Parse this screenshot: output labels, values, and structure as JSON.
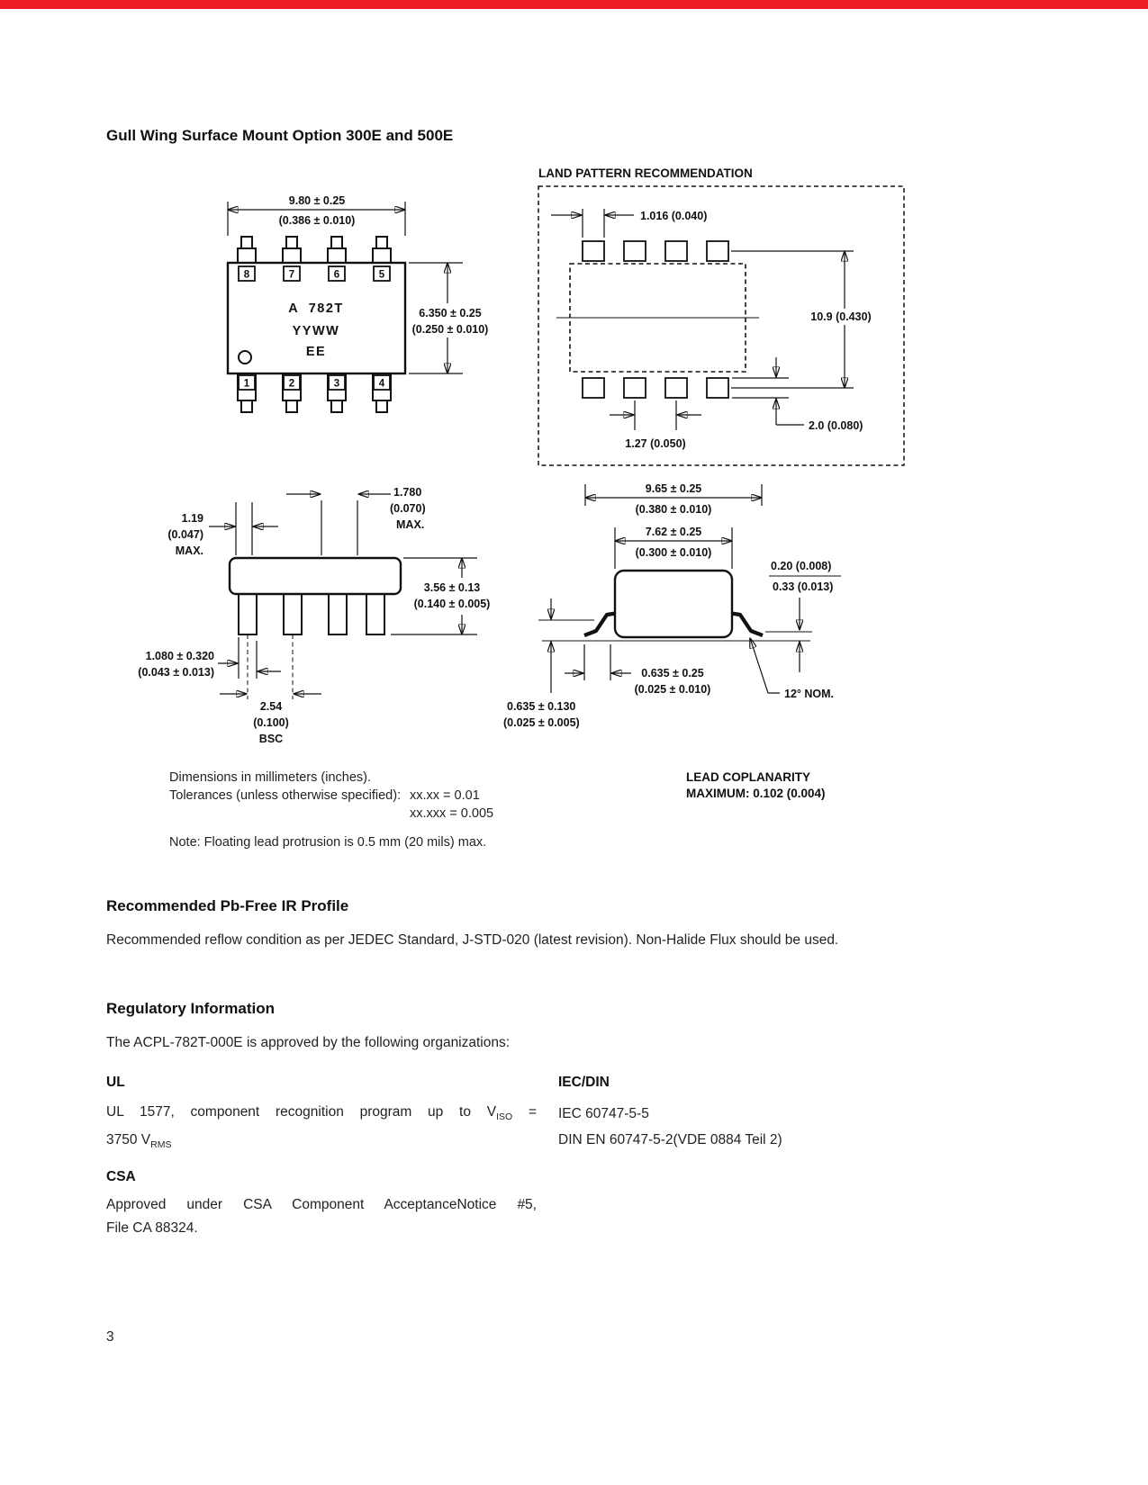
{
  "page": {
    "number": "3",
    "accent_color": "#ED1B23"
  },
  "title": "Gull Wing Surface Mount Option 300E and 500E",
  "package_top_view": {
    "width_mm": "9.80 ± 0.25",
    "width_in": "(0.386 ± 0.010)",
    "height_mm": "6.350 ± 0.25",
    "height_in": "(0.250 ± 0.010)",
    "marking": {
      "line1": "A  782T",
      "line2": "YYWW",
      "line3": "EE"
    },
    "pins_top": [
      "8",
      "7",
      "6",
      "5"
    ],
    "pins_bottom": [
      "1",
      "2",
      "3",
      "4"
    ]
  },
  "land_pattern": {
    "title": "LAND PATTERN RECOMMENDATION",
    "pad_width": "1.016 (0.040)",
    "overall_height": "10.9 (0.430)",
    "pad_length": "2.0 (0.080)",
    "pad_pitch": "1.27 (0.050)"
  },
  "side_view": {
    "shoulder_mm": "1.780",
    "shoulder_in": "(0.070)",
    "shoulder_max": "MAX.",
    "lead_mm": "1.19",
    "lead_in": "(0.047)",
    "lead_max": "MAX.",
    "height_mm": "3.56 ± 0.13",
    "height_in": "(0.140 ± 0.005)",
    "foot_mm": "1.080 ± 0.320",
    "foot_in": "(0.043 ± 0.013)",
    "pitch_mm": "2.54",
    "pitch_in": "(0.100)",
    "pitch_bsc": "BSC"
  },
  "end_view": {
    "span_mm": "9.65 ± 0.25",
    "span_in": "(0.380 ± 0.010)",
    "body_mm": "7.62 ± 0.25",
    "body_in": "(0.300 ± 0.010)",
    "lead_thickness_min": "0.20 (0.008)",
    "lead_thickness_max": "0.33 (0.013)",
    "foot_mm": "0.635 ± 0.25",
    "foot_in": "(0.025 ± 0.010)",
    "standoff_mm": "0.635 ± 0.130",
    "standoff_in": "(0.025 ± 0.005)",
    "lead_angle": "12° NOM."
  },
  "notes": {
    "dimensions": "Dimensions in millimeters (inches).",
    "tolerances_label": "Tolerances (unless otherwise specified):",
    "tolerance_xx": "xx.xx = 0.01",
    "tolerance_xxx": "xx.xxx = 0.005",
    "coplanarity_line1": "LEAD COPLANARITY",
    "coplanarity_line2": "MAXIMUM: 0.102 (0.004)",
    "protrusion_note": "Note: Floating lead protrusion is 0.5 mm (20 mils) max."
  },
  "ir_profile": {
    "title": "Recommended Pb-Free IR Profile",
    "body": "Recommended reflow condition as per JEDEC Standard, J-STD-020 (latest revision). Non-Halide Flux should be used."
  },
  "regulatory": {
    "title": "Regulatory Information",
    "intro": "The ACPL-782T-000E is approved by the following organizations:",
    "ul": {
      "heading": "UL",
      "body_pre": "UL 1577, component recognition program up to V",
      "body_sub": "ISO",
      "body_post": " =",
      "line2_pre": "3750 V",
      "line2_sub": "RMS"
    },
    "csa": {
      "heading": "CSA",
      "line1": "Approved under CSA Component AcceptanceNotice #5,",
      "line2": "File CA 88324."
    },
    "iec": {
      "heading": "IEC/DIN",
      "line1": "IEC 60747-5-5",
      "line2": "DIN EN 60747-5-2(VDE 0884 Teil 2)"
    }
  }
}
